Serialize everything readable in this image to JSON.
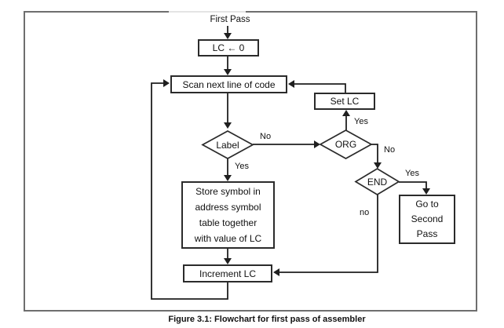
{
  "figure": {
    "caption": "Figure 3.1: Flowchart for first pass of assembler",
    "start_label": "First Pass"
  },
  "nodes": {
    "lc_init": "LC ← 0",
    "scan": "Scan next line of code",
    "set_lc": "Set LC",
    "label_decision": "Label",
    "org_decision": "ORG",
    "end_decision": "END",
    "store_symbol": "Store symbol in\naddress symbol\ntable together\nwith value of LC",
    "increment_lc": "Increment LC",
    "goto_second_pass": "Go to\nSecond\nPass"
  },
  "edge_labels": {
    "label_no": "No",
    "label_yes": "Yes",
    "org_yes": "Yes",
    "org_no": "No",
    "end_yes": "Yes",
    "end_no": "no"
  }
}
